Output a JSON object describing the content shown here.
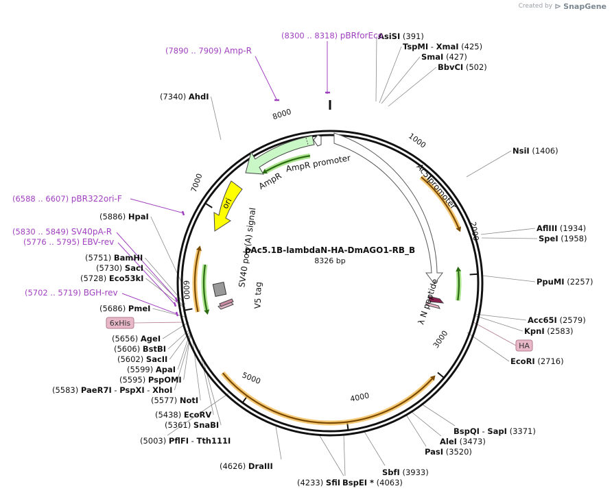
{
  "brand": {
    "created": "Created by",
    "name": "SnapGene"
  },
  "plasmid": {
    "name": "pAc5.1B-lambdaN-HA-DmAGO1-RB_B",
    "size_label": "8326 bp",
    "length": 8326
  },
  "colors": {
    "enzyme": "#000000",
    "primer": "#a040c0",
    "orange": "#f0a020",
    "green": "#80d050",
    "yellow": "#ffff00",
    "pink": "#e8b8c8",
    "maroon": "#8b2050"
  },
  "ticks": [
    "1000",
    "2000",
    "3000",
    "4000",
    "5000",
    "6000",
    "7000",
    "8000"
  ],
  "enzymes": [
    {
      "id": "AsiSI",
      "name": "AsiSI",
      "pos": "(391)",
      "bp": 391
    },
    {
      "id": "TspMI",
      "name": "TspMI",
      "sep": "-",
      "name2": "XmaI",
      "pos": "(425)",
      "bp": 425
    },
    {
      "id": "SmaI",
      "name": "SmaI",
      "pos": "(427)",
      "bp": 427
    },
    {
      "id": "BbvCI",
      "name": "BbvCI",
      "pos": "(502)",
      "bp": 502
    },
    {
      "id": "NsiI",
      "name": "NsiI",
      "pos": "(1406)",
      "bp": 1406
    },
    {
      "id": "AflIII",
      "name": "AflIII",
      "pos": "(1934)",
      "bp": 1934
    },
    {
      "id": "SpeI",
      "name": "SpeI",
      "pos": "(1958)",
      "bp": 1958
    },
    {
      "id": "PpuMI",
      "name": "PpuMI",
      "pos": "(2257)",
      "bp": 2257
    },
    {
      "id": "Acc65I",
      "name": "Acc65I",
      "pos": "(2579)",
      "bp": 2579
    },
    {
      "id": "KpnI",
      "name": "KpnI",
      "pos": "(2583)",
      "bp": 2583
    },
    {
      "id": "EcoRI",
      "name": "EcoRI",
      "pos": "(2716)",
      "bp": 2716
    },
    {
      "id": "BspQI",
      "name": "BspQI",
      "sep": "-",
      "name2": "SapI",
      "pos": "(3371)",
      "bp": 3371
    },
    {
      "id": "AleI",
      "name": "AleI",
      "pos": "(3473)",
      "bp": 3473
    },
    {
      "id": "PasI",
      "name": "PasI",
      "pos": "(3520)",
      "bp": 3520
    },
    {
      "id": "SbfI",
      "name": "SbfI",
      "pos": "(3933)",
      "bp": 3933
    },
    {
      "id": "BspEI",
      "name": "BspEI",
      "star": "*",
      "pos": "(4063)",
      "bp": 4063
    },
    {
      "id": "SflI",
      "name": "SfiI",
      "pos": "(4233)",
      "bp": 4233
    },
    {
      "id": "DraIII",
      "name": "DraIII",
      "pos": "(4626)",
      "bp": 4626
    },
    {
      "id": "PflFI",
      "name": "PflFI",
      "sep": "-",
      "name2": "Tth111I",
      "pos": "(5003)",
      "bp": 5003
    },
    {
      "id": "SnaBI",
      "name": "SnaBI",
      "pos": "(5361)",
      "bp": 5361
    },
    {
      "id": "EcoRV",
      "name": "EcoRV",
      "pos": "(5438)",
      "bp": 5438
    },
    {
      "id": "NotI",
      "name": "NotI",
      "pos": "(5577)",
      "bp": 5577
    },
    {
      "id": "PaeR7I",
      "name": "PaeR7I",
      "sep": "-",
      "name2": "PspXI",
      "sep2": "-",
      "name3": "XhoI",
      "pos": "(5583)",
      "bp": 5583
    },
    {
      "id": "PspOMI",
      "name": "PspOMI",
      "pos": "(5595)",
      "bp": 5595
    },
    {
      "id": "ApaI",
      "name": "ApaI",
      "pos": "(5599)",
      "bp": 5599
    },
    {
      "id": "SacII",
      "name": "SacII",
      "pos": "(5602)",
      "bp": 5602
    },
    {
      "id": "BstBI",
      "name": "BstBI",
      "pos": "(5606)",
      "bp": 5606
    },
    {
      "id": "AgeI",
      "name": "AgeI",
      "pos": "(5656)",
      "bp": 5656
    },
    {
      "id": "PmeI",
      "name": "PmeI",
      "pos": "(5686)",
      "bp": 5686
    },
    {
      "id": "Eco53kI",
      "name": "Eco53kI",
      "pos": "(5728)",
      "bp": 5728
    },
    {
      "id": "SacI",
      "name": "SacI",
      "pos": "(5730)",
      "bp": 5730
    },
    {
      "id": "BamHI",
      "name": "BamHI",
      "pos": "(5751)",
      "bp": 5751
    },
    {
      "id": "HpaI",
      "name": "HpaI",
      "pos": "(5886)",
      "bp": 5886
    },
    {
      "id": "AhdI",
      "name": "AhdI",
      "pos": "(7340)",
      "bp": 7340
    }
  ],
  "primers": [
    {
      "id": "pBRforEco",
      "name": "pBRforEco",
      "range": "(8300 .. 8318)",
      "bp": 8309
    },
    {
      "id": "AmpR",
      "name": "Amp-R",
      "range": "(7890 .. 7909)",
      "bp": 7900
    },
    {
      "id": "pBR322ori",
      "name": "pBR322ori-F",
      "range": "(6588 .. 6607)",
      "bp": 6598
    },
    {
      "id": "SV40pA",
      "name": "SV40pA-R",
      "range": "(5830 .. 5849)",
      "bp": 5840
    },
    {
      "id": "EBV",
      "name": "EBV-rev",
      "range": "(5776 .. 5795)",
      "bp": 5786
    },
    {
      "id": "BGH",
      "name": "BGH-rev",
      "range": "(5702 .. 5719)",
      "bp": 5711
    }
  ],
  "features": {
    "ampr": "AmpR",
    "ampr_promoter": "AmpR promoter",
    "ori": "ori",
    "ac5_promoter": "Ac5 promoter",
    "sv40": "SV40 poly(A) signal",
    "v5": "V5 tag",
    "lambdaN": "λ N peptide",
    "his": "6xHis",
    "ha": "HA"
  }
}
